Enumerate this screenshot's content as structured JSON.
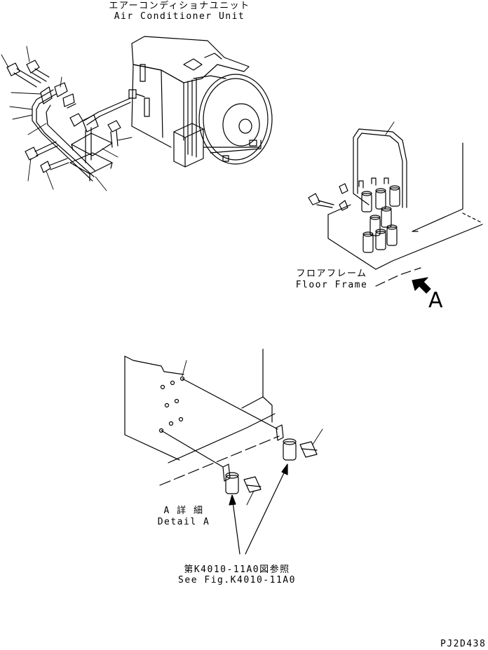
{
  "labels": {
    "ac_unit_jp": "エアーコンディショナユニット",
    "ac_unit_en": "Air Conditioner Unit",
    "floor_frame_jp": "フロアフレーム",
    "floor_frame_en": "Floor Frame",
    "view_letter": "A",
    "detail_jp": "A 詳 細",
    "detail_en": "Detail A",
    "see_fig_jp": "第K4010-11A0図参照",
    "see_fig_en": "See Fig.K4010-11A0",
    "drawing_code": "PJ2D438"
  }
}
